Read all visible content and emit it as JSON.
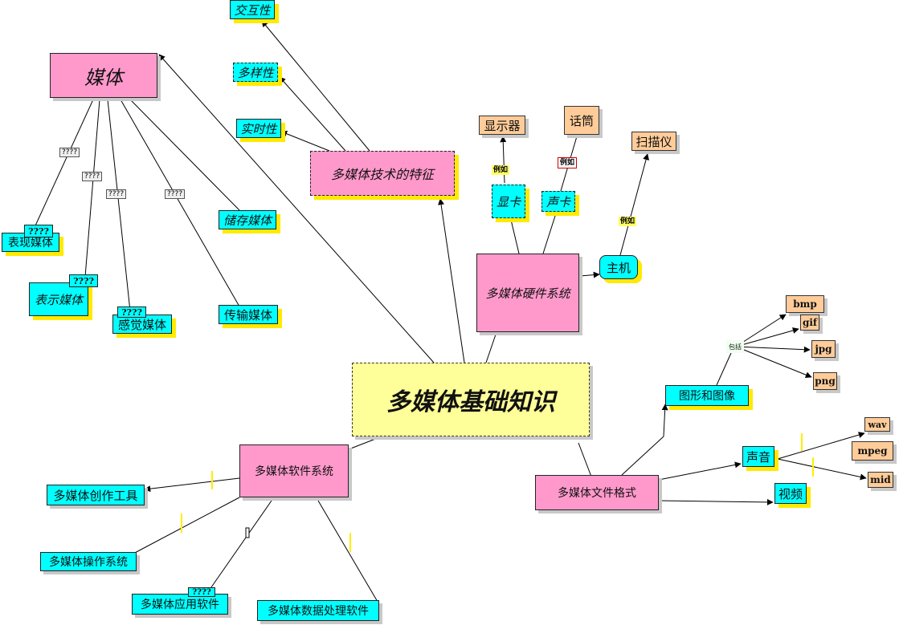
{
  "center": {
    "label": "多媒体基础知识"
  },
  "media": {
    "label": "媒体",
    "children": [
      "表现媒体",
      "表示媒体",
      "感觉媒体",
      "储存媒体",
      "传输媒体"
    ],
    "link_labels": [
      "????",
      "????",
      "????",
      "????"
    ],
    "child_overlays": [
      "????",
      "????",
      "????"
    ]
  },
  "features": {
    "label": "多媒体技术的特征",
    "children": [
      "交互性",
      "多样性",
      "实时性"
    ]
  },
  "hardware": {
    "label": "多媒体硬件系统",
    "children": [
      "显卡",
      "声卡",
      "主机"
    ],
    "examples": [
      "显示器",
      "话筒",
      "扫描仪"
    ],
    "example_label": "例如"
  },
  "software": {
    "label": "多媒体软件系统",
    "children": [
      "多媒体创作工具",
      "多媒体操作系统",
      "多媒体应用软件",
      "多媒体数据处理软件"
    ],
    "child_overlay": "????"
  },
  "formats": {
    "label": "多媒体文件格式",
    "children": [
      "图形和图像",
      "声音",
      "视频"
    ],
    "includes_label": "包括",
    "image_formats": [
      "bmp",
      "gif",
      "jpg",
      "png"
    ],
    "sound_formats": [
      "wav",
      "mpeg",
      "mid"
    ]
  },
  "colors": {
    "pink": "#ff99cc",
    "cyan": "#00ffff",
    "peach": "#ffcc99",
    "center": "#ffff99",
    "shadow": "#ffea00"
  }
}
